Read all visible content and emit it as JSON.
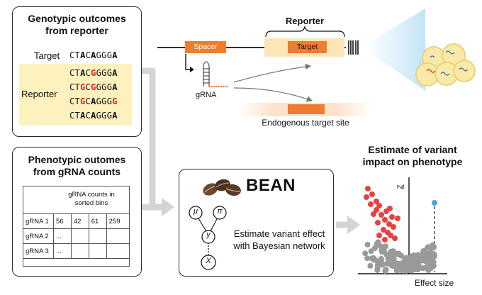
{
  "genotypic_panel": {
    "title_line1": "Genotypic outcomes",
    "title_line2": "from reporter",
    "target_label": "Target",
    "target_seq": [
      [
        "CT",
        ""
      ],
      [
        "A",
        "b"
      ],
      [
        "C",
        ""
      ],
      [
        "A",
        "b"
      ],
      [
        "GGG",
        ""
      ],
      [
        "A",
        "b"
      ]
    ],
    "reporter_label": "Reporter",
    "reporter_seqs": [
      [
        [
          "CT",
          ""
        ],
        [
          "A",
          "b"
        ],
        [
          "C",
          ""
        ],
        [
          "G",
          "r"
        ],
        [
          "GGG",
          ""
        ],
        [
          "A",
          "b"
        ]
      ],
      [
        [
          "CT",
          ""
        ],
        [
          "G",
          "r"
        ],
        [
          "C",
          ""
        ],
        [
          "G",
          "r"
        ],
        [
          "GGG",
          ""
        ],
        [
          "A",
          "b"
        ]
      ],
      [
        [
          "CT",
          ""
        ],
        [
          "G",
          "r"
        ],
        [
          "C",
          ""
        ],
        [
          "A",
          "b"
        ],
        [
          "GGG",
          ""
        ],
        [
          "G",
          "r"
        ]
      ],
      [
        [
          "CT",
          ""
        ],
        [
          "A",
          "b"
        ],
        [
          "C",
          ""
        ],
        [
          "A",
          "b"
        ],
        [
          "GGG",
          ""
        ],
        [
          "A",
          "b"
        ]
      ]
    ]
  },
  "phenotypic_panel": {
    "title_line1": "Phenotypic outomes",
    "title_line2": "from gRNA counts",
    "header_line1": "gRNA counts in",
    "header_line2": "sorted bins",
    "rows": [
      {
        "label": "gRNA 1",
        "cells": [
          "56",
          "42",
          "61",
          "259"
        ]
      },
      {
        "label": "gRNA 2",
        "cells": [
          "...",
          "",
          "",
          ""
        ]
      },
      {
        "label": "gRNA 3",
        "cells": [
          "...",
          "",
          "",
          ""
        ]
      }
    ]
  },
  "construct": {
    "spacer_label": "Spacer",
    "reporter_label": "Reporter",
    "target_label": "Target",
    "grna_label": "gRNA",
    "endogenous_label": "Endogenous target site"
  },
  "bean_panel": {
    "title": "BEAN",
    "node_mu": "μ",
    "node_pi": "π",
    "node_y": "y",
    "node_x": "X",
    "description_line1": "Estimate variant effect",
    "description_line2": "with Bayesian network"
  },
  "estimate": {
    "title_line1": "Estimate of variant",
    "title_line2": "impact on phenotype",
    "xlabel": "Effect size",
    "ylabel": "Z"
  },
  "colors": {
    "orange": "#ee7d31",
    "reporter_bg": "#fbe7b6",
    "highlight": "#fdf1be",
    "mismatch": "#d8262a",
    "red_point": "#e8413f",
    "gray_point": "#9a9a9a",
    "blue_point": "#4aa3df",
    "arrow_gray": "#d4d4d4"
  },
  "icons": [
    "coffee-beans-icon",
    "cell-cluster-icon",
    "hairpin-grna-icon"
  ]
}
